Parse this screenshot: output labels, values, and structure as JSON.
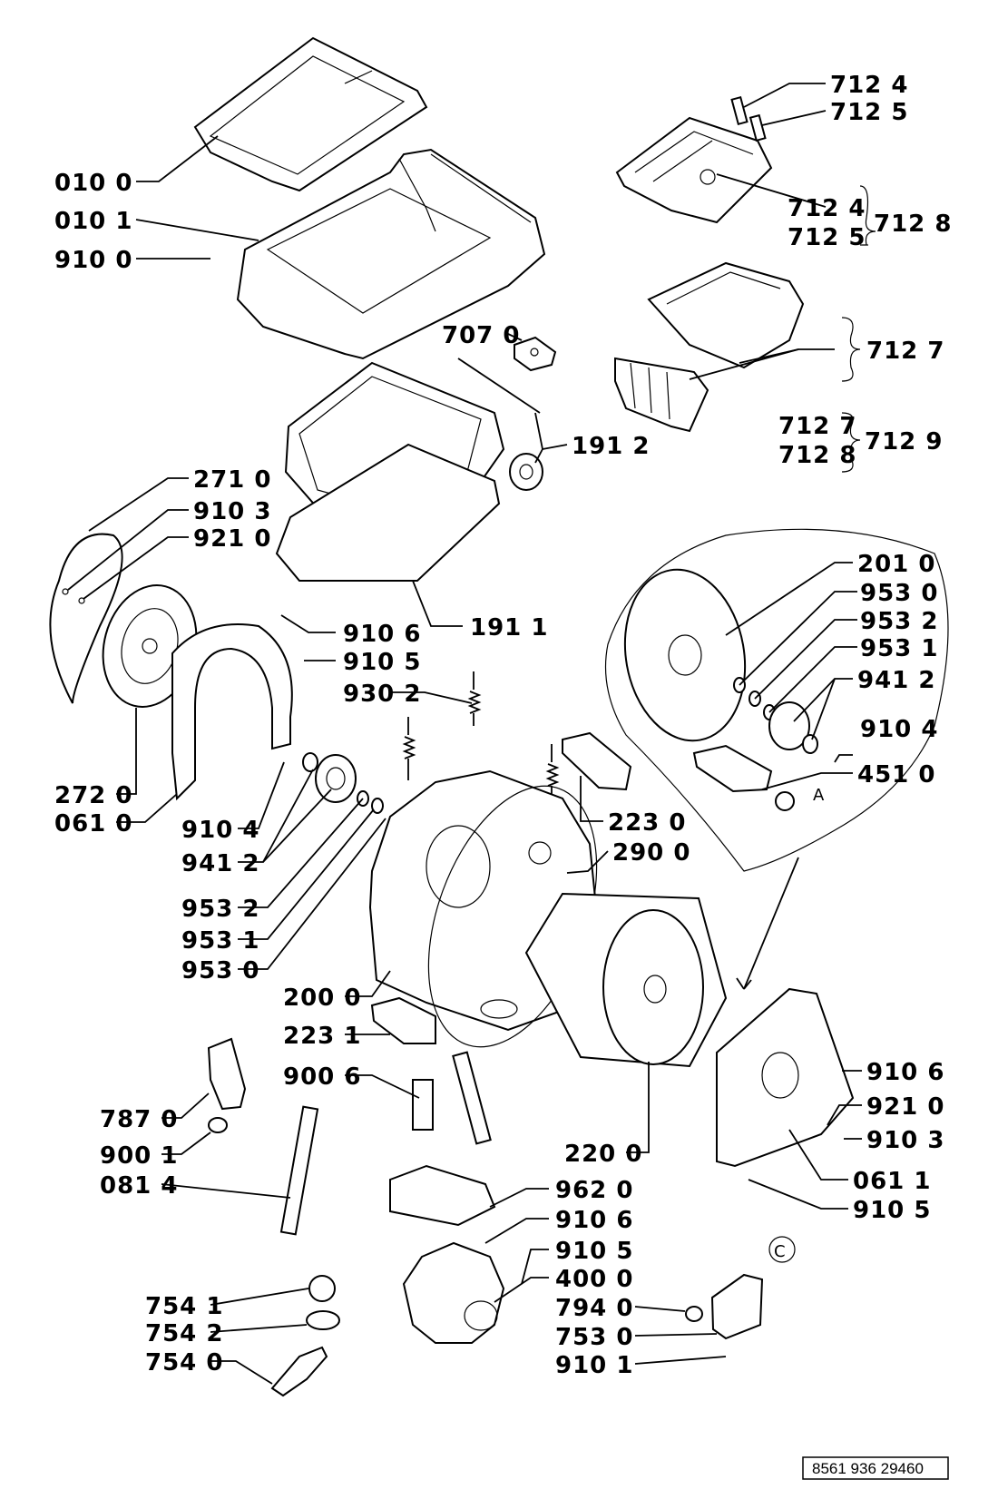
{
  "labels": {
    "l0100": "010 0",
    "l0101": "010 1",
    "l9100": "910 0",
    "l7124a": "712 4",
    "l7125a": "712 5",
    "l7124b": "712 4",
    "l7125b": "712 5",
    "l7128a": "712 8",
    "l7127a": "712 7",
    "l7127b": "712 7",
    "l7128b": "712 8",
    "l7129": "712 9",
    "l7070": "707 0",
    "l1912": "191 2",
    "l2710": "271 0",
    "l9103a": "910 3",
    "l9210a": "921 0",
    "l1911": "191 1",
    "l2010": "201 0",
    "l9530a": "953 0",
    "l9532a": "953 2",
    "l9531a": "953 1",
    "l9412a": "941 2",
    "l9104a": "910 4",
    "l4510": "451 0",
    "l9106a": "910 6",
    "l9105a": "910 5",
    "l9302": "930 2",
    "l2720": "272 0",
    "l0610": "061 0",
    "l9104b": "910 4",
    "l9412b": "941 2",
    "l2230": "223 0",
    "l2900": "290 0",
    "l9532b": "953 2",
    "l9531b": "953 1",
    "l9530b": "953 0",
    "l2000": "200 0",
    "l2231": "223 1",
    "l9006": "900 6",
    "l7870": "787 0",
    "l9001": "900 1",
    "l0814": "081 4",
    "l2200": "220 0",
    "l9106b": "910 6",
    "l9210b": "921 0",
    "l9103b": "910 3",
    "l0611": "061 1",
    "l9105b": "910 5",
    "l9620": "962 0",
    "l9106c": "910 6",
    "l9105c": "910 5",
    "l4000": "400 0",
    "l7940": "794 0",
    "l7530": "753 0",
    "l9101": "910 1",
    "l7541": "754 1",
    "l7542": "754 2",
    "l7540": "754 0",
    "markerA": "A",
    "markerC": "C"
  },
  "drawing_code": "8561 936 29460"
}
